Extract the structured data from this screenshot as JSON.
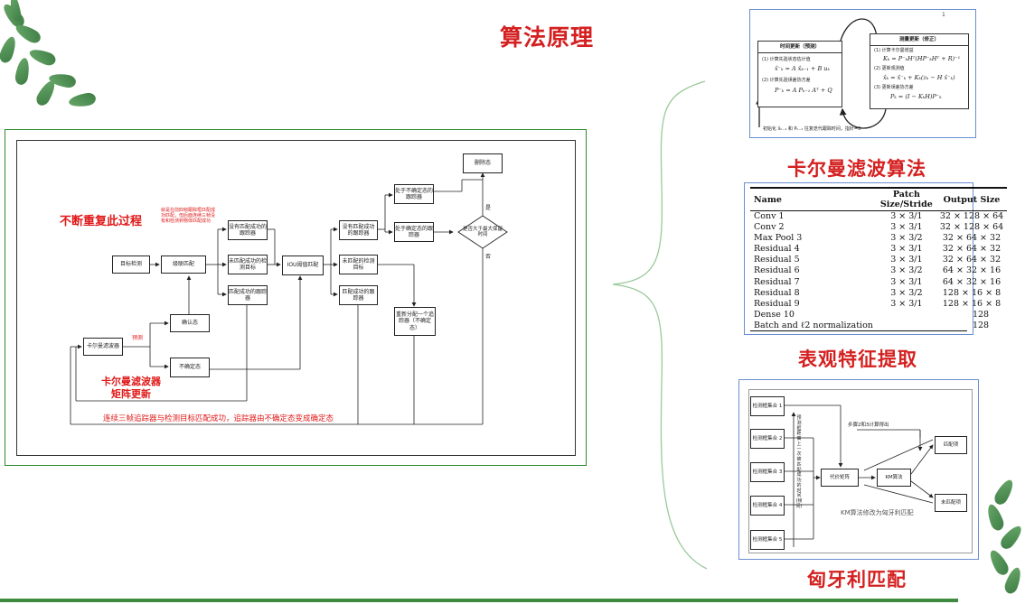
{
  "page_title": "算法原理",
  "captions": {
    "kalman": "卡尔曼滤波算法",
    "appearance": "表观特征提取",
    "hungarian": "匈牙利匹配"
  },
  "flow": {
    "repeat_title": "不断重复此过程",
    "repeat_note": "就是在前四帧跟踪框匹配成功匹配，但后面连续三帧没有和检测到物体匹配成功",
    "kf_update_title": "卡尔曼滤波器\n矩阵更新",
    "predict_label": "预测",
    "bottom_note": "连续三帧追踪器与检测目标匹配成功，追踪器由不确定态变成确定态",
    "yes_label": "是",
    "no_label": "否",
    "nodes": {
      "detect": "目标检测",
      "cascade": "级联匹配",
      "kalman": "卡尔曼滤波器",
      "confirmed": "确认态",
      "unconfirmed": "不确定态",
      "unmatched_tracks_1": "没有匹配成功的跟踪器",
      "unmatched_dets_1": "未匹配成功的检测目标",
      "matched_tracks_1": "匹配成功的跟踪器",
      "iou": "IOU阈值匹配",
      "unmatched_tracks_2": "没有匹配成功的跟踪器",
      "unmatched_dets_2": "未匹配的检测目标",
      "matched_tracks_2": "匹配成功的跟踪器",
      "uncertain_state": "处于不确定态的跟踪器",
      "certain_state": "处于确定态的跟踪器",
      "delete": "删除态",
      "max_age": "是否大于最大保留时间",
      "new_track": "重新分配一个追踪器（不确定态）"
    }
  },
  "kalman_panel": {
    "time_update_title": "时间更新（预测）",
    "time_update_lines": [
      "(1) 计算先验状态估计值",
      "x̂⁻ₖ = A x̂ₖ₋₁ + B uₖ",
      "(2) 计算先验误差协方差",
      "P⁻ₖ = A Pₖ₋₁ Aᵀ + Q"
    ],
    "measure_update_title": "测量更新（修正）",
    "measure_update_lines": [
      "(1) 计算卡尔曼增益",
      "Kₖ = P⁻ₖHᵀ(HP⁻ₖHᵀ + R)⁻¹",
      "(2) 更新观测值",
      "x̂ₖ = x̂⁻ₖ + Kₖ(zₖ − H x̂⁻ₖ)",
      "(3) 更新误差协方差",
      "Pₖ = (I − KₖH)P⁻ₖ"
    ],
    "init_note": "初始化 x̂ₖ₋₁ 和 Pₖ₋₁  往复迭代跟踪时间，指针=0",
    "page_num": "1"
  },
  "network_table": {
    "headers": [
      "Name",
      "Patch Size/Stride",
      "Output Size"
    ],
    "rows": [
      [
        "Conv 1",
        "3 × 3/1",
        "32 × 128 × 64"
      ],
      [
        "Conv 2",
        "3 × 3/1",
        "32 × 128 × 64"
      ],
      [
        "Max Pool 3",
        "3 × 3/2",
        "32 × 64 × 32"
      ],
      [
        "Residual 4",
        "3 × 3/1",
        "32 × 64 × 32"
      ],
      [
        "Residual 5",
        "3 × 3/1",
        "32 × 64 × 32"
      ],
      [
        "Residual 6",
        "3 × 3/2",
        "64 × 32 × 16"
      ],
      [
        "Residual 7",
        "3 × 3/1",
        "64 × 32 × 16"
      ],
      [
        "Residual 8",
        "3 × 3/2",
        "128 × 16 × 8"
      ],
      [
        "Residual 9",
        "3 × 3/1",
        "128 × 16 × 8"
      ],
      [
        "Dense 10",
        "",
        "128"
      ],
      [
        "Batch and ℓ2 normalization",
        "",
        "128"
      ]
    ]
  },
  "hungarian_panel": {
    "det_boxes": [
      "检测框集合 1",
      "检测框集合 2",
      "检测框集合 3",
      "检测框集合 4",
      "检测框集合 5"
    ],
    "side_note": "预测框距离上一次被匹配成功的时间(帧间)",
    "step_note": "步骤2和3计算得出",
    "cost_matrix": "代价矩阵",
    "km": "KM算法",
    "matched": "匹配项",
    "unmatched": "未匹配项",
    "km_note": "KM算法修改为匈牙利匹配"
  }
}
